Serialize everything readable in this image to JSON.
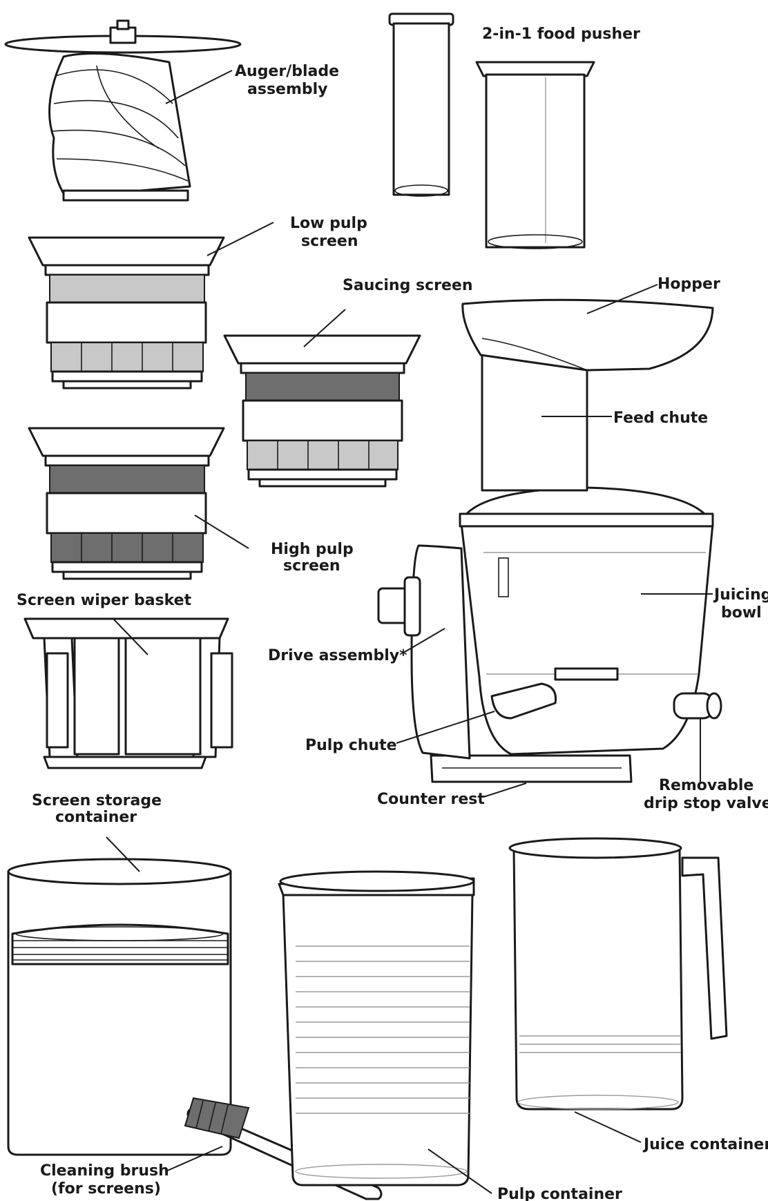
{
  "diagram": {
    "labels": {
      "auger": [
        "Auger/blade",
        "assembly"
      ],
      "food_pusher": "2-in-1 food pusher",
      "low_pulp": [
        "Low pulp",
        "screen"
      ],
      "saucing": "Saucing screen",
      "hopper": "Hopper",
      "feed_chute": "Feed chute",
      "high_pulp": [
        "High pulp",
        "screen"
      ],
      "wiper_basket": "Screen wiper basket",
      "juicing_bowl": [
        "Juicing",
        "bowl"
      ],
      "drive_assembly": "Drive assembly*",
      "pulp_chute": "Pulp chute",
      "counter_rest": "Counter rest",
      "drip_stop": [
        "Removable",
        "drip stop valve"
      ],
      "storage_container": [
        "Screen storage",
        "container"
      ],
      "juice_container": "Juice container",
      "cleaning_brush": [
        "Cleaning brush",
        "(for screens)"
      ],
      "pulp_container": "Pulp container"
    }
  }
}
